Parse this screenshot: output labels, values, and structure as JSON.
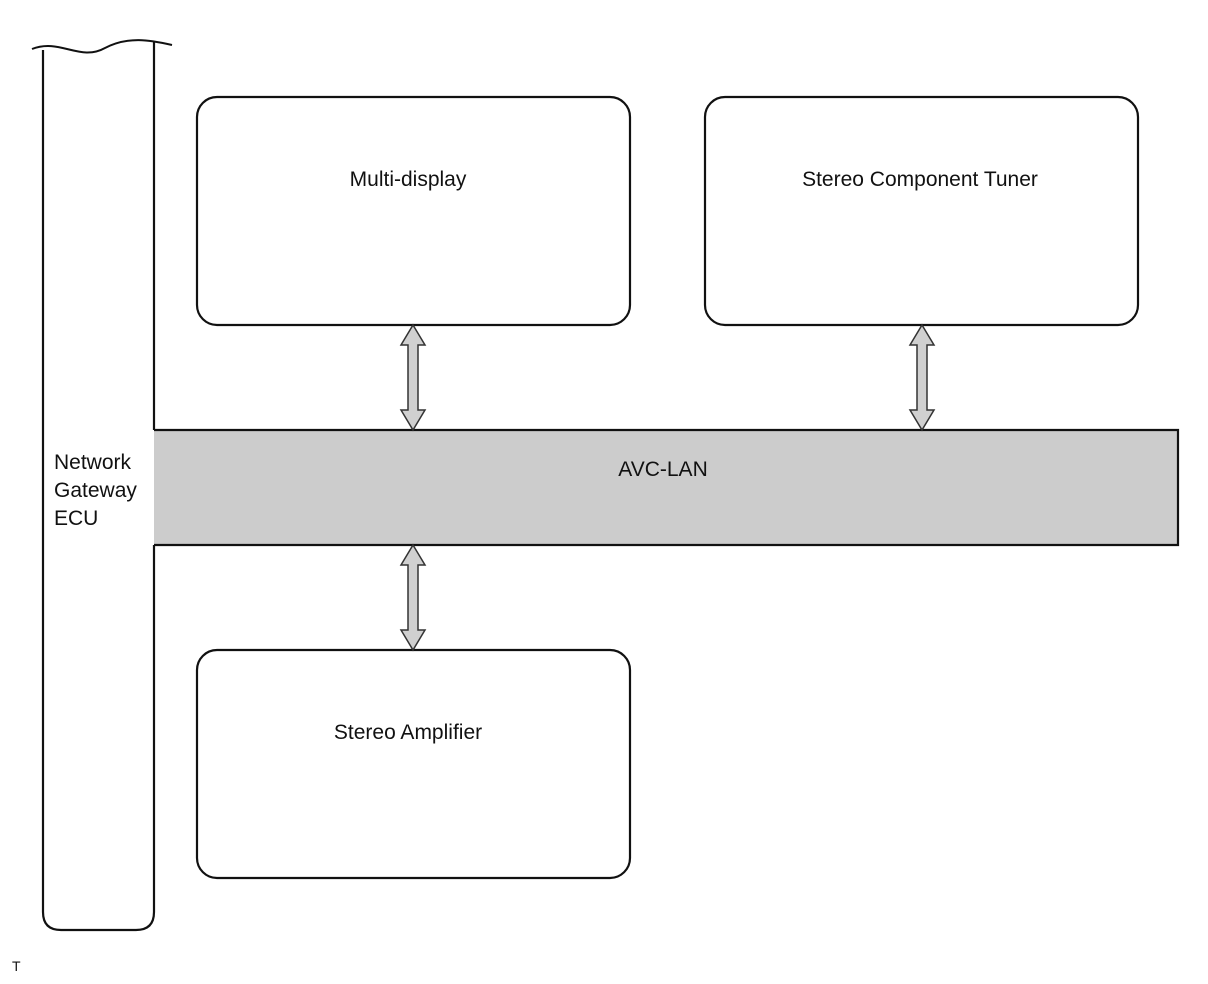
{
  "diagram": {
    "gateway": {
      "lines": [
        "Network",
        "Gateway",
        "ECU"
      ]
    },
    "bus": {
      "label": "AVC-LAN",
      "fill": "#cccccc"
    },
    "boxes": {
      "multi_display": "Multi-display",
      "tuner": "Stereo Component Tuner",
      "amplifier": "Stereo Amplifier"
    },
    "arrow_fill": "#d0d0d0",
    "corner_mark": "T"
  }
}
